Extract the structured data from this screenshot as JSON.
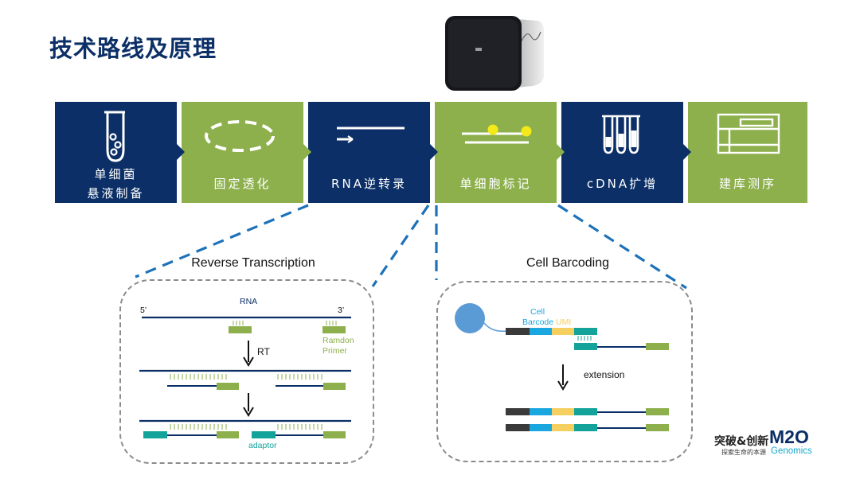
{
  "title": "技术路线及原理",
  "colors": {
    "navy": "#0b2f66",
    "green": "#8db04d",
    "teal": "#14a39b",
    "blue": "#1aa7e0",
    "yellow": "#f5cf5f",
    "dark_segment": "#3a3a3a",
    "dash_blue": "#1c71b8"
  },
  "steps": [
    {
      "icon": "test-tube-icon",
      "label_line1": "单细菌",
      "label_line2": "悬液制备"
    },
    {
      "icon": "dashed-ellipse-icon",
      "label_line1": "固定透化"
    },
    {
      "icon": "strand-arrow-icon",
      "label_line1": "RNA逆转录"
    },
    {
      "icon": "bead-strands-icon",
      "label_line1": "单细胞标记"
    },
    {
      "icon": "tubes-icon",
      "label_line1": "cDNA扩增"
    },
    {
      "icon": "sequencer-icon",
      "label_line1": "建库测序"
    }
  ],
  "reverse_transcription": {
    "title": "Reverse Transcription",
    "rna_label": "RNA",
    "five_prime": "5’",
    "three_prime": "3’",
    "primer_label_line1": "Ramdon",
    "primer_label_line2": "Primer",
    "rt_label": "RT",
    "adaptor_label": "adaptor"
  },
  "cell_barcoding": {
    "title": "Cell Barcoding",
    "cell_label": "Cell",
    "barcode_label": "Barcode",
    "umi_label": "UMI",
    "extension_label": "extension"
  },
  "brand": {
    "cn_main": "突破&创新",
    "cn_sub": "探索生命的本源",
    "logo_text": "M2O",
    "logo_sub": "Genomics"
  }
}
